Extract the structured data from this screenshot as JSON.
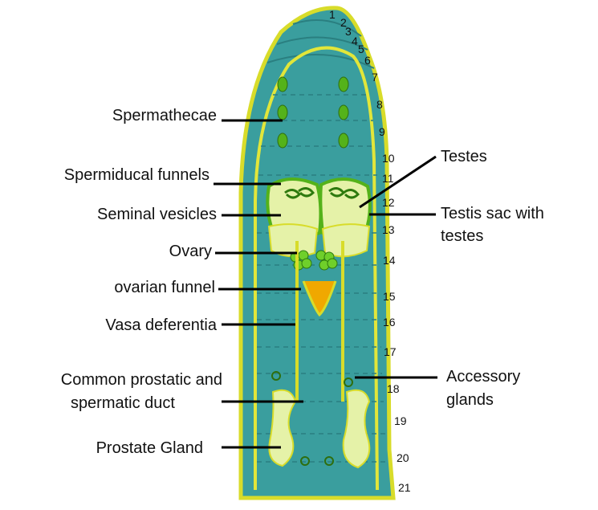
{
  "colors": {
    "body_fill": "#3a9e9e",
    "body_outline": "#d8dc2a",
    "organ_green": "#54b21a",
    "organ_light": "#e5f2a8",
    "line": "#000000"
  },
  "labels": {
    "spermathecae": "Spermathecae",
    "spermiducal_funnels": "Spermiducal funnels",
    "seminal_vesicles": "Seminal vesicles",
    "ovary": "Ovary",
    "ovarian_funnel": "ovarian funnel",
    "vasa_deferentia": "Vasa deferentia",
    "common_duct_line1": "Common prostatic and",
    "common_duct_line2": "spermatic duct",
    "prostate_gland": "Prostate Gland",
    "testes": "Testes",
    "testis_sac_line1": "Testis sac with",
    "testis_sac_line2": "testes",
    "accessory_line1": "Accessory",
    "accessory_line2": "glands"
  },
  "segments": [
    "1",
    "2",
    "3",
    "4",
    "5",
    "6",
    "7",
    "8",
    "9",
    "10",
    "11",
    "12",
    "13",
    "14",
    "15",
    "16",
    "17",
    "18",
    "19",
    "20",
    "21"
  ]
}
